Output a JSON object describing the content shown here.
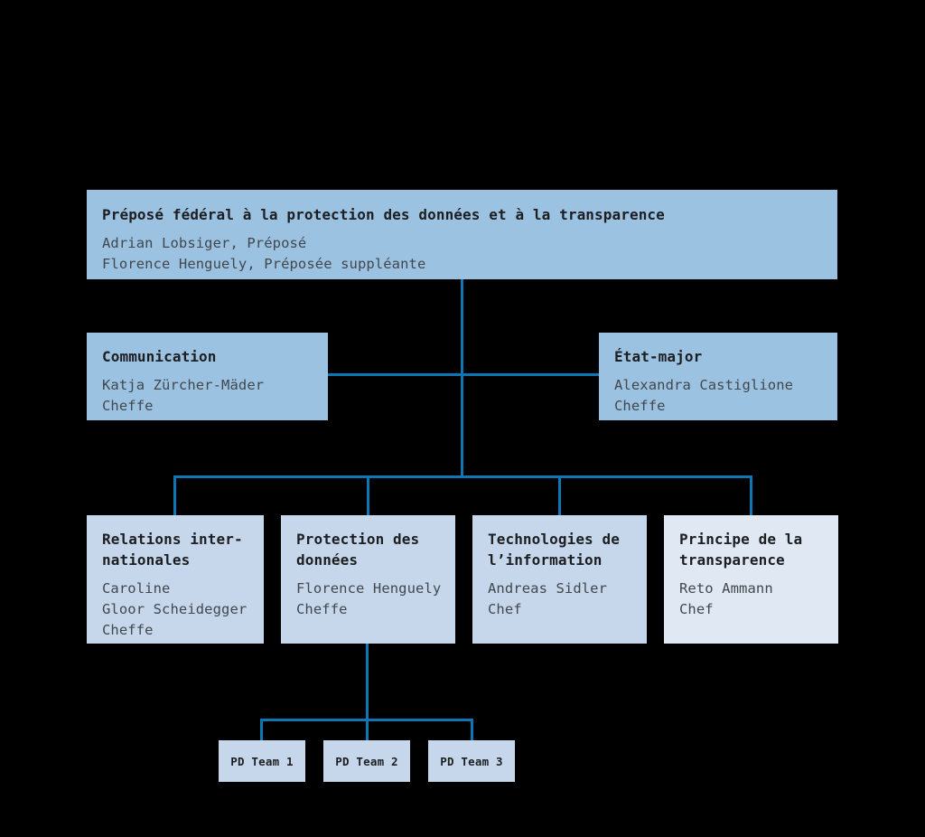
{
  "colors": {
    "background": "#000000",
    "box_primary": "#9CC2E2",
    "box_secondary": "#C6D7EC",
    "box_tertiary": "#DFE8F3",
    "connector": "#0E76B4",
    "heading_text": "#1C1E21",
    "body_text": "#41474D"
  },
  "orgchart": {
    "root": {
      "title": "Préposé fédéral à la protection des données et à la transparence",
      "body_lines": [
        "Adrian Lobsiger, Préposé",
        "Florence Henguely, Préposée suppléante"
      ]
    },
    "communication": {
      "title": "Communication",
      "body_lines": [
        "Katja Zürcher-Mäder",
        "Cheffe"
      ]
    },
    "etat_major": {
      "title": "État-major",
      "body_lines": [
        "Alexandra Castiglione",
        "Cheffe"
      ]
    },
    "relations": {
      "title_lines": [
        "Relations inter-",
        "nationales"
      ],
      "body_lines": [
        "Caroline",
        "Gloor Scheidegger",
        "Cheffe"
      ]
    },
    "protection": {
      "title_lines": [
        "Protection des",
        "données"
      ],
      "body_lines": [
        "Florence Henguely",
        "Cheffe"
      ]
    },
    "technologies": {
      "title_lines": [
        "Technologies de",
        "l’information"
      ],
      "body_lines": [
        "Andreas Sidler",
        "Chef"
      ]
    },
    "transparence": {
      "title_lines": [
        "Principe de la",
        "transparence"
      ],
      "body_lines": [
        "Reto Ammann",
        "Chef"
      ]
    },
    "teams": [
      {
        "label": "PD Team 1"
      },
      {
        "label": "PD Team 2"
      },
      {
        "label": "PD Team 3"
      }
    ]
  }
}
